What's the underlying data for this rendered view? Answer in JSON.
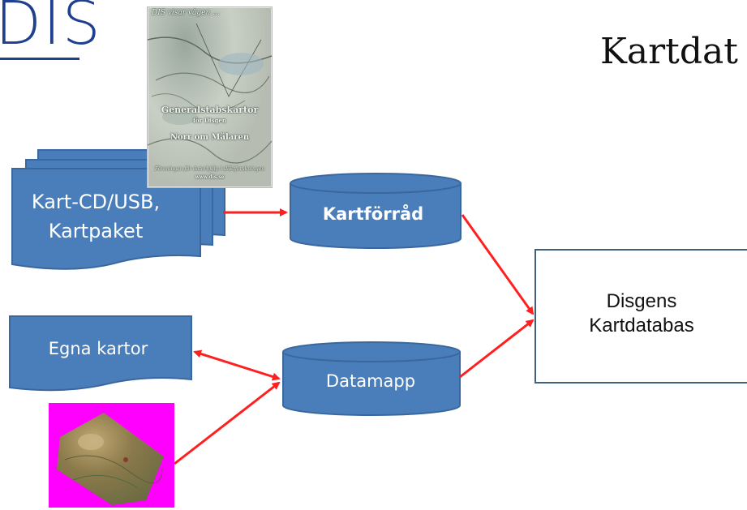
{
  "logo": {
    "text": "DIS"
  },
  "slide": {
    "title": "Kartdat"
  },
  "cover": {
    "top_text": "DIS visar vägen ...",
    "title": "Generalstabskartor",
    "subtitle": "för Disgen",
    "region": "Norr om Mälaren",
    "org": "Föreningen för datorhjälp i släktforskningen",
    "url": "www.dis.se"
  },
  "nodes": {
    "kart_cd": {
      "line1": "Kart-CD/USB,",
      "line2": "Kartpaket"
    },
    "kartforrad": {
      "label": "Kartförråd"
    },
    "egna_kartor": {
      "label": "Egna kartor"
    },
    "datamapp": {
      "label": "Datamapp"
    },
    "disgens": {
      "line1": "Disgens",
      "line2": "Kartdatabas"
    }
  },
  "colors": {
    "shape_fill": "#4a7ebb",
    "shape_stroke": "#3a679d",
    "arrow": "#ff1f1f",
    "logo": "#1f3f8f",
    "magenta": "#ff00ff"
  }
}
